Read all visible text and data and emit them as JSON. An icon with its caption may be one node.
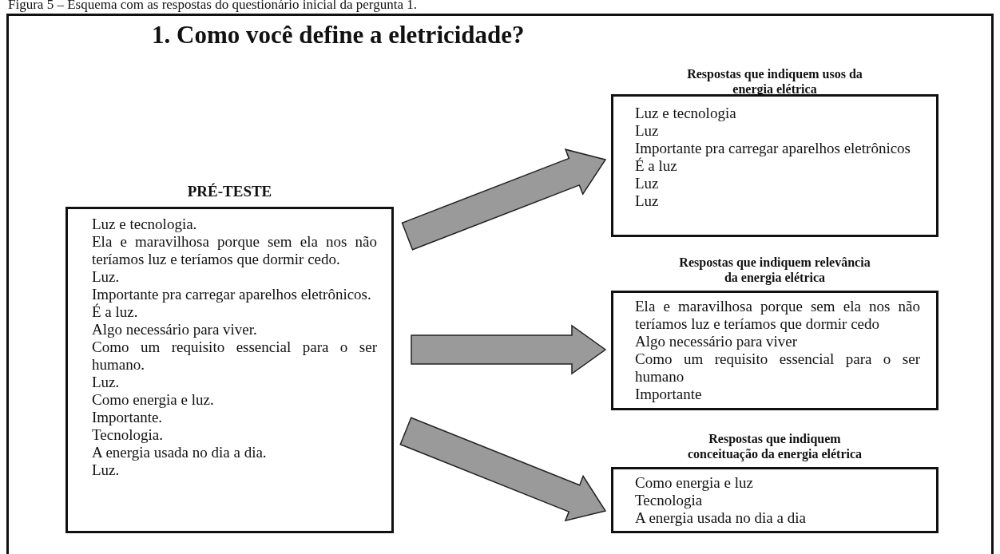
{
  "diagram": {
    "title": "1. Como você define a eletricidade?",
    "caption": "Figura 5 – Esquema com as respostas do questionário inicial da pergunta 1.",
    "nodes": [
      {
        "text": [
          "PRÉ-TESTE",
          "Luz e tecnologia.",
          "Ela e maravilhosa porque sem ela nos não teríamos luz e teríamos que dormir cedo.",
          "Luz.",
          "Importante pra carregar aparelhos eletrônicos.",
          "É a luz.",
          "Algo necessário para viver.",
          "Como um requisito essencial para o ser humano.",
          "Luz.",
          "Como energia e luz.",
          "Importante.",
          "Tecnologia.",
          "A energia usada no dia a dia.",
          "Luz."
        ]
      },
      {
        "text": [
          "Respostas que indiquem usos da energia elétrica",
          "Luz e tecnologia",
          "Luz",
          "Importante pra carregar aparelhos eletrônicos",
          "É a luz",
          "Luz",
          "Luz"
        ]
      },
      {
        "text": [
          "Respostas que indiquem relevância da energia elétrica",
          "Ela e maravilhosa porque sem ela nos não teríamos luz e teríamos que dormir cedo",
          "Algo necessário para viver",
          "Como um requisito essencial para o ser humano",
          "Importante"
        ]
      },
      {
        "text": [
          "Respostas que indiquem conceituação da energia elétrica",
          "Como energia e luz",
          "Tecnologia",
          "A energia usada no dia a dia"
        ]
      }
    ],
    "edges": [
      {
        "from": 0,
        "to": 1,
        "arrow": "to"
      },
      {
        "from": 0,
        "to": 2,
        "arrow": "to"
      },
      {
        "from": 0,
        "to": 3,
        "arrow": "to"
      }
    ]
  }
}
